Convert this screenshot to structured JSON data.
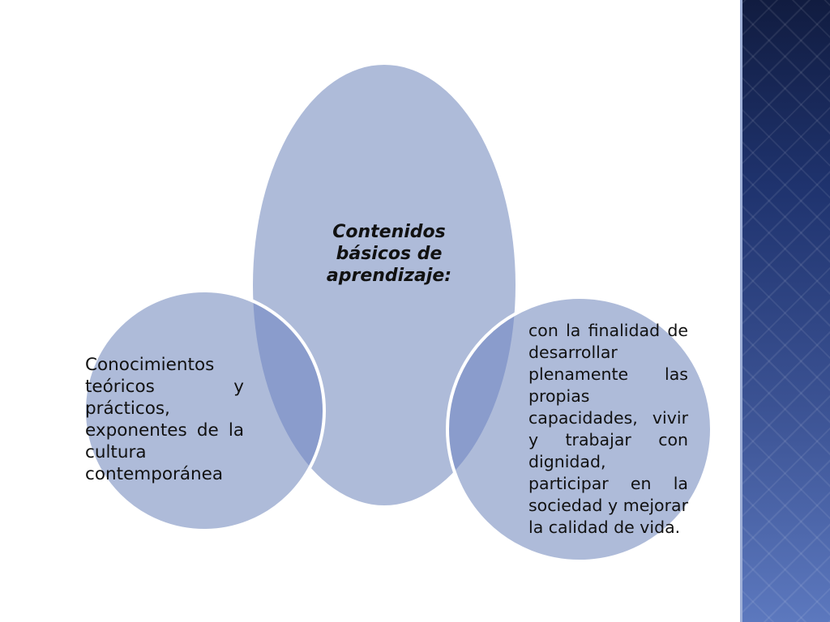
{
  "colors": {
    "circle_fill": "#aebbd9",
    "overlap_fill": "#8a9ccc",
    "circle_outline": "#ffffff",
    "side_band": "#2a3f7e"
  },
  "diagram": {
    "center": {
      "label": "Contenidos básicos de aprendizaje:"
    },
    "left": {
      "label": "Conocimientos teóricos y prácticos, exponentes de la cultura contemporánea"
    },
    "right": {
      "label": "con la finalidad de desarrollar plenamente las propias capacidades, vivir y trabajar con dignidad, participar en la sociedad y mejorar la calidad de vida."
    }
  }
}
